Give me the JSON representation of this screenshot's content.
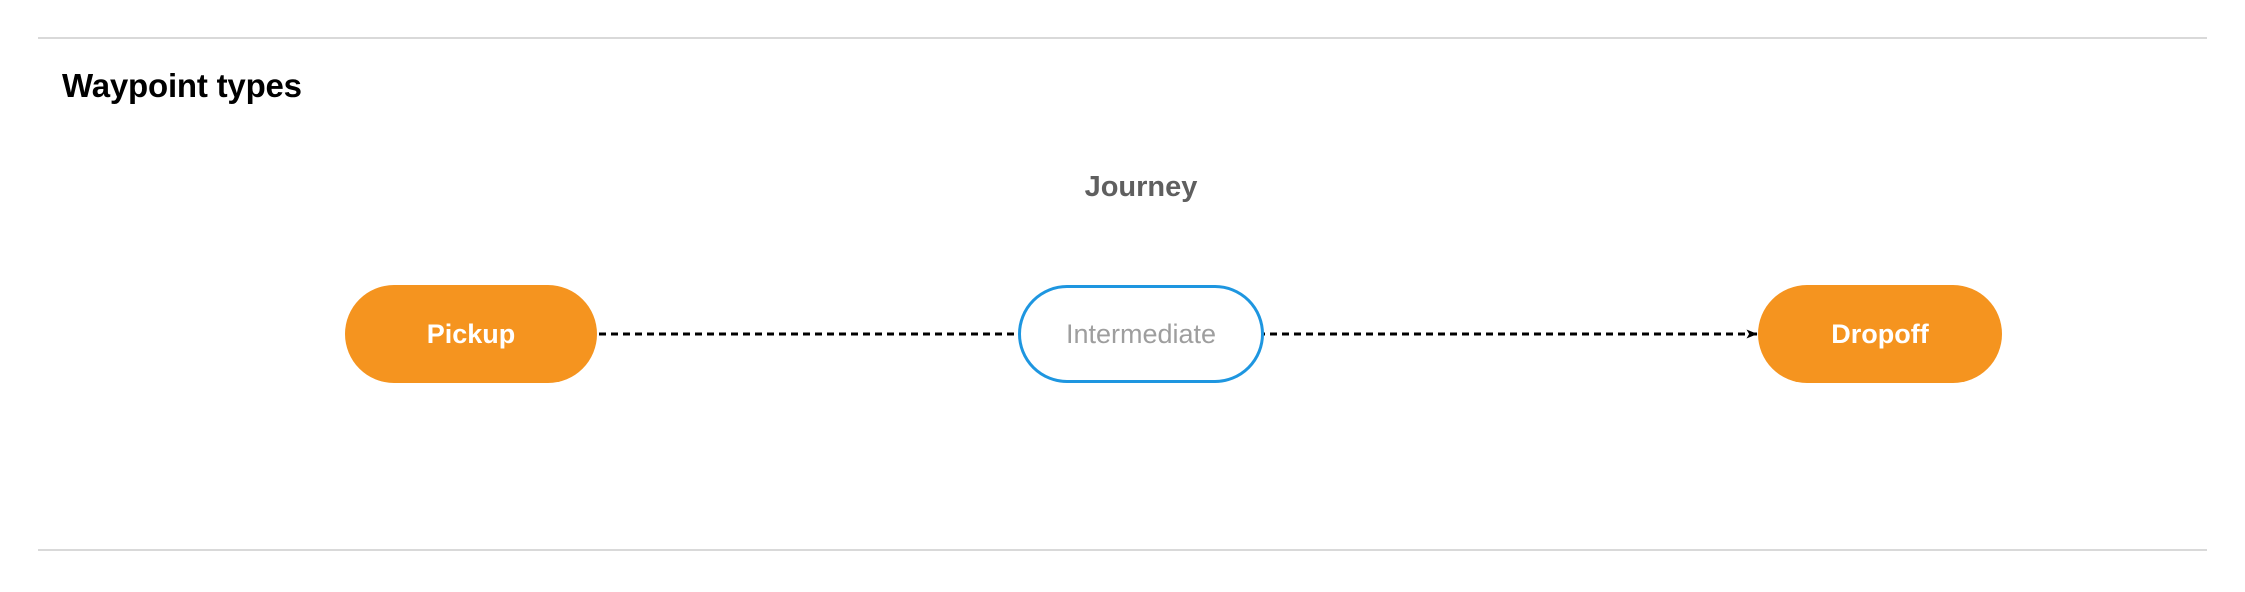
{
  "section": {
    "title": "Waypoint types"
  },
  "dividers": {
    "color": "#d9d9d9",
    "top_label": "section-divider-top",
    "bottom_label": "section-divider-bottom"
  },
  "diagram": {
    "label": "Journey",
    "label_color": "#5f5f5f",
    "type": "flow",
    "nodes": [
      {
        "id": "pickup",
        "label": "Pickup",
        "shape": "pill",
        "fill": "#f5941f",
        "border": "none",
        "text_color": "#ffffff",
        "bold": true
      },
      {
        "id": "intermediate",
        "label": "Intermediate",
        "shape": "pill",
        "fill": "#ffffff",
        "border": "#1e96e0",
        "text_color": "#9e9e9e",
        "bold": false
      },
      {
        "id": "dropoff",
        "label": "Dropoff",
        "shape": "pill",
        "fill": "#f5941f",
        "border": "none",
        "text_color": "#ffffff",
        "bold": true
      }
    ],
    "edges": [
      {
        "id": "pickup-to-intermediate",
        "from": "pickup",
        "to": "intermediate",
        "style": "dashed",
        "color": "#000000",
        "arrowhead": false
      },
      {
        "id": "intermediate-to-dropoff",
        "from": "intermediate",
        "to": "dropoff",
        "style": "dashed",
        "color": "#000000",
        "arrowhead": true
      }
    ]
  }
}
